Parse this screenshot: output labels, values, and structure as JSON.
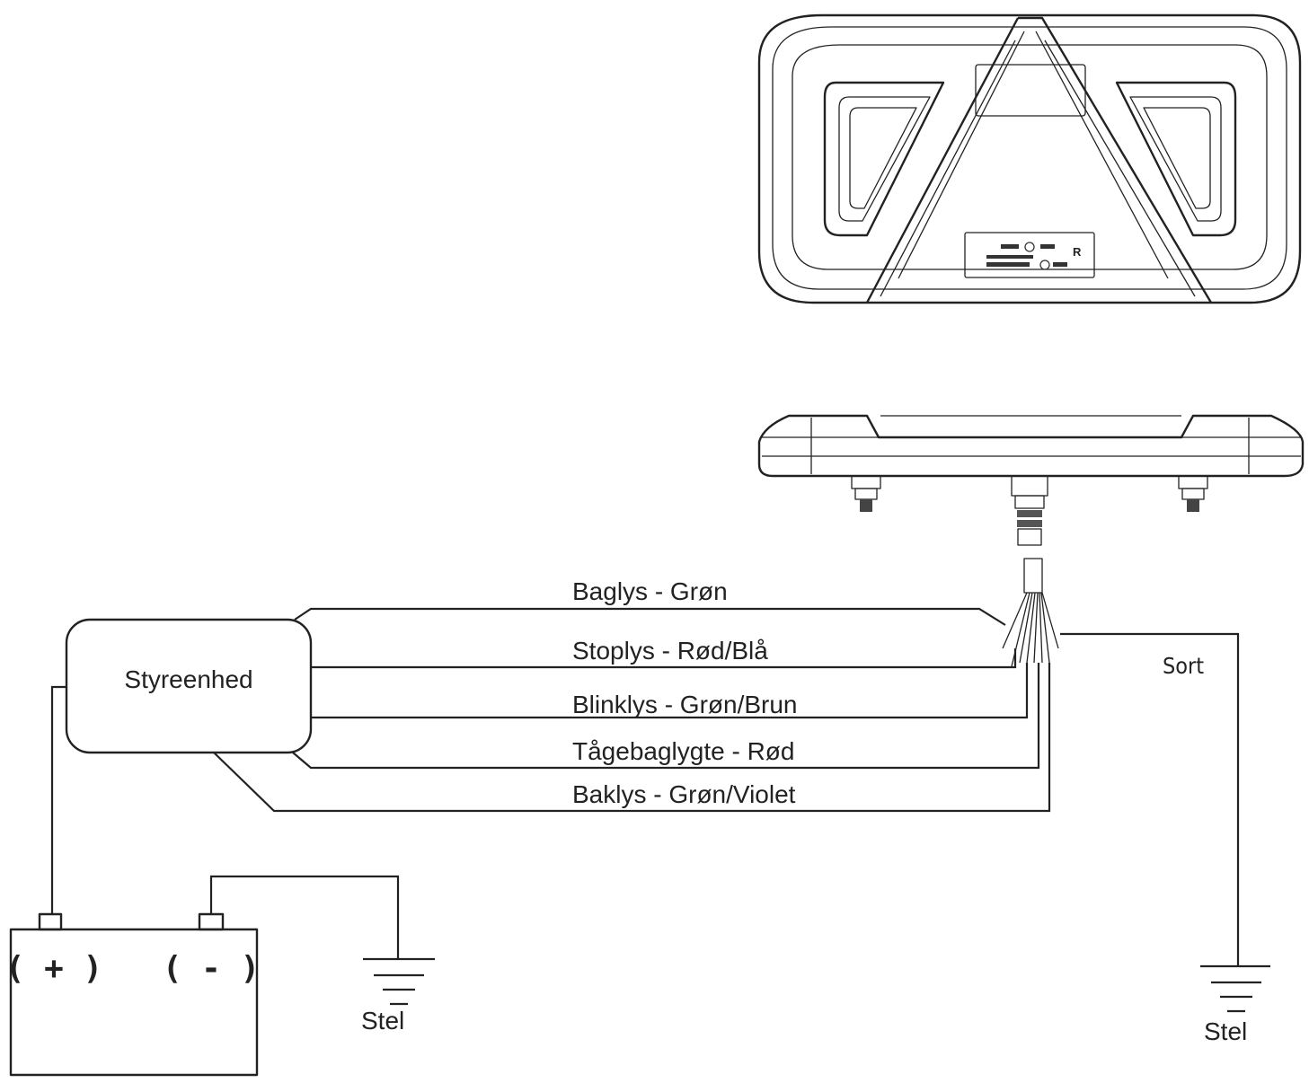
{
  "control_unit": {
    "label": "Styreenhed"
  },
  "wires": [
    {
      "label": "Baglys - Grøn"
    },
    {
      "label": "Stoplys - Rød/Blå"
    },
    {
      "label": "Blinklys - Grøn/Brun"
    },
    {
      "label": "Tågebaglygte - Rød"
    },
    {
      "label": "Baklys - Grøn/Violet"
    }
  ],
  "ground_wire": {
    "label": "Sort"
  },
  "battery": {
    "positive_label": "( + )",
    "negative_label": "( - )"
  },
  "grounds": [
    {
      "label": "Stel"
    },
    {
      "label": "Stel"
    }
  ],
  "lamp": {
    "plate_mark": "R"
  }
}
